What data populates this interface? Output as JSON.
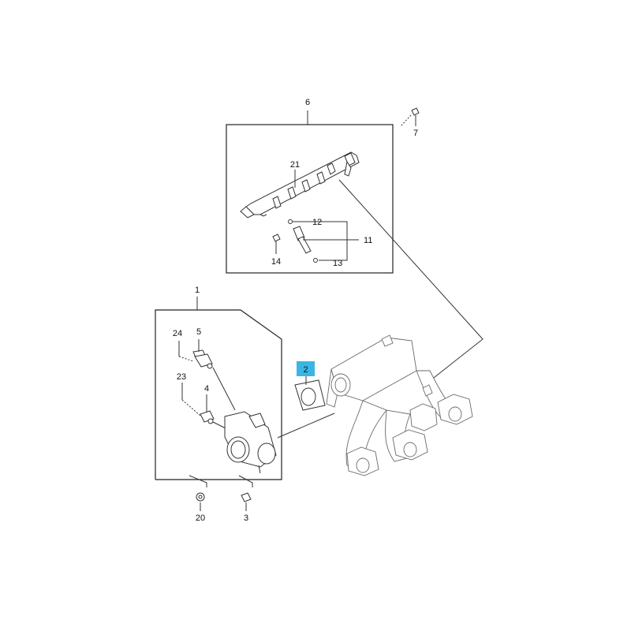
{
  "callouts": {
    "c1": "1",
    "c2": "2",
    "c3": "3",
    "c4": "4",
    "c5": "5",
    "c6": "6",
    "c7": "7",
    "c11": "11",
    "c12": "12",
    "c13": "13",
    "c14": "14",
    "c20": "20",
    "c21": "21",
    "c23": "23",
    "c24": "24"
  },
  "highlight_color": "#3bb6e4"
}
